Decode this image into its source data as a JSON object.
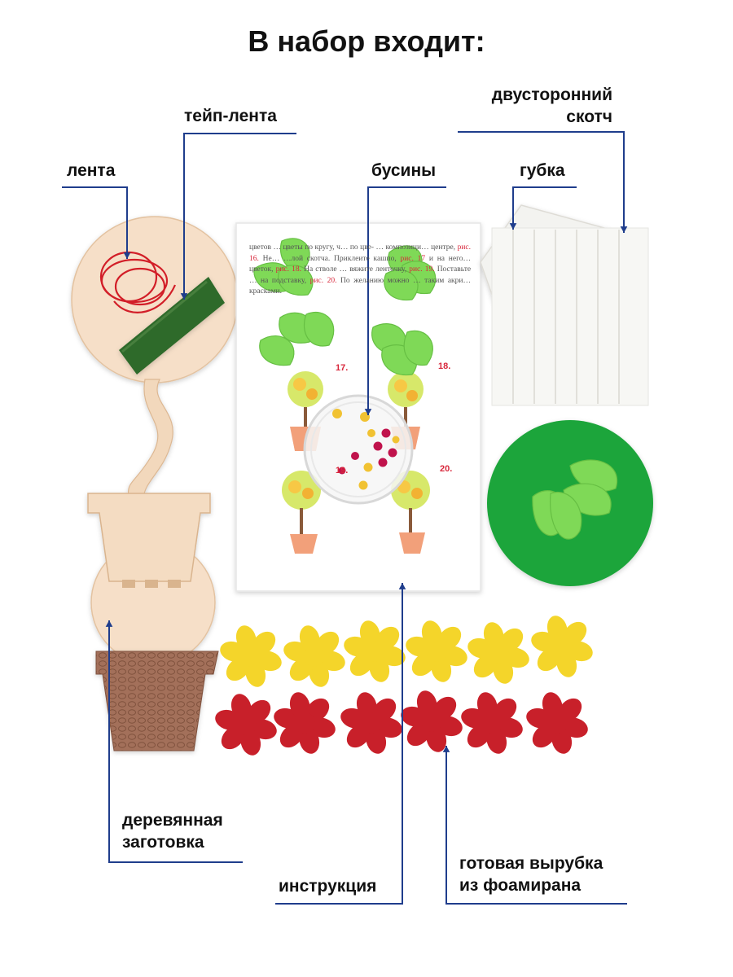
{
  "heading": "В набор входит:",
  "colors": {
    "pointer": "#1f3d8c",
    "leaf_green": "#7ed957",
    "dark_foam": "#1fa53a",
    "wood": "#f3dcc2",
    "red_glitter": "#c8202a",
    "yellow_glitter": "#f4d52a",
    "brown_pot": "#9a6a50",
    "green_tape": "#2e6b2a"
  },
  "labels": {
    "ribbon": "лента",
    "tape": "тейп-лента",
    "beads": "бусины",
    "sponge": "губка",
    "double_tape_line1": "двусторонний",
    "double_tape_line2": "скотч",
    "wood_line1": "деревянная",
    "wood_line2": "заготовка",
    "instruction": "инструкция",
    "foam_line1": "готовая вырубка",
    "foam_line2": "из фоамирана"
  },
  "instruction_sheet": {
    "text_pre": "цветов … цветы по кругу, ч… по цве- … композици… центре,",
    "ref_16": "рис. 16.",
    "text_mid1": "Не… …лой скотча. Приклеите кашпо,",
    "ref_17": "рис. 17",
    "text_mid2": "и на него… цветок,",
    "ref_18": "рис. 18.",
    "text_mid3": "На стволе … вяжите ленточку,",
    "ref_19": "рис. 19.",
    "text_mid4": "Поставьте … на подставку,",
    "ref_20": "рис. 20.",
    "text_end": "По желанию можно … таким акри… красками.",
    "figures": [
      "17.",
      "18.",
      "19.",
      "20."
    ]
  },
  "icons": [
    "down-arrow-icon"
  ]
}
